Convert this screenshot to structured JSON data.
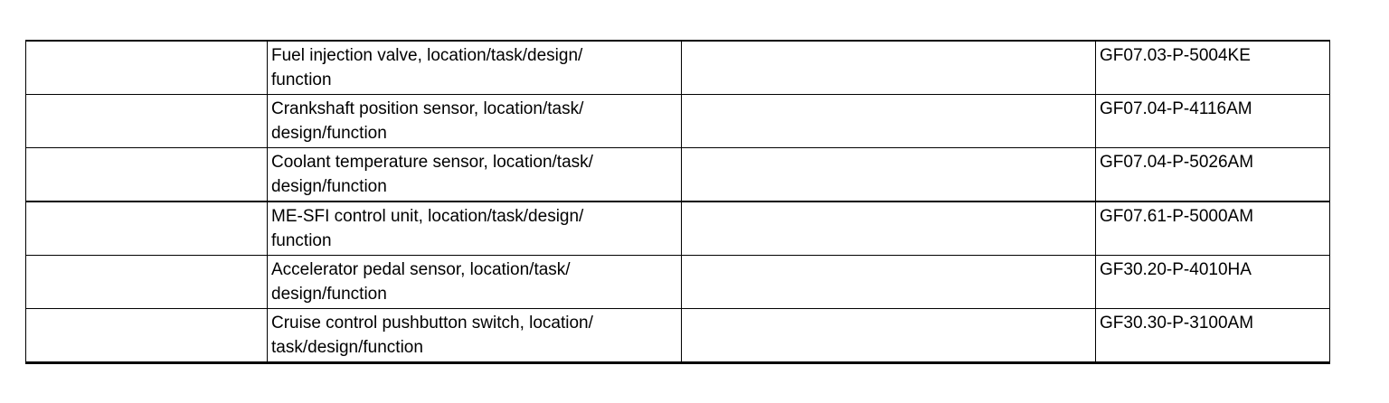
{
  "table": {
    "rows": [
      {
        "left": "",
        "description_lines": [
          "Fuel injection valve, location/task/design/",
          "function"
        ],
        "middle": "",
        "code": "GF07.03-P-5004KE"
      },
      {
        "left": "",
        "description_lines": [
          "Crankshaft position sensor, location/task/",
          "design/function"
        ],
        "middle": "",
        "code": "GF07.04-P-4116AM"
      },
      {
        "left": "",
        "description_lines": [
          "Coolant temperature sensor, location/task/",
          "design/function"
        ],
        "middle": "",
        "code": "GF07.04-P-5026AM"
      },
      {
        "left": "",
        "description_lines": [
          "ME-SFI control unit, location/task/design/",
          "function"
        ],
        "middle": "",
        "code": "GF07.61-P-5000AM"
      },
      {
        "left": "",
        "description_lines": [
          "Accelerator pedal sensor, location/task/",
          "design/function"
        ],
        "middle": "",
        "code": "GF30.20-P-4010HA"
      },
      {
        "left": "",
        "description_lines": [
          "Cruise control pushbutton switch, location/",
          "task/design/function"
        ],
        "middle": "",
        "code": "GF30.30-P-3100AM"
      }
    ],
    "colors": {
      "border": "#000000",
      "text": "#000000",
      "background": "#ffffff"
    }
  }
}
